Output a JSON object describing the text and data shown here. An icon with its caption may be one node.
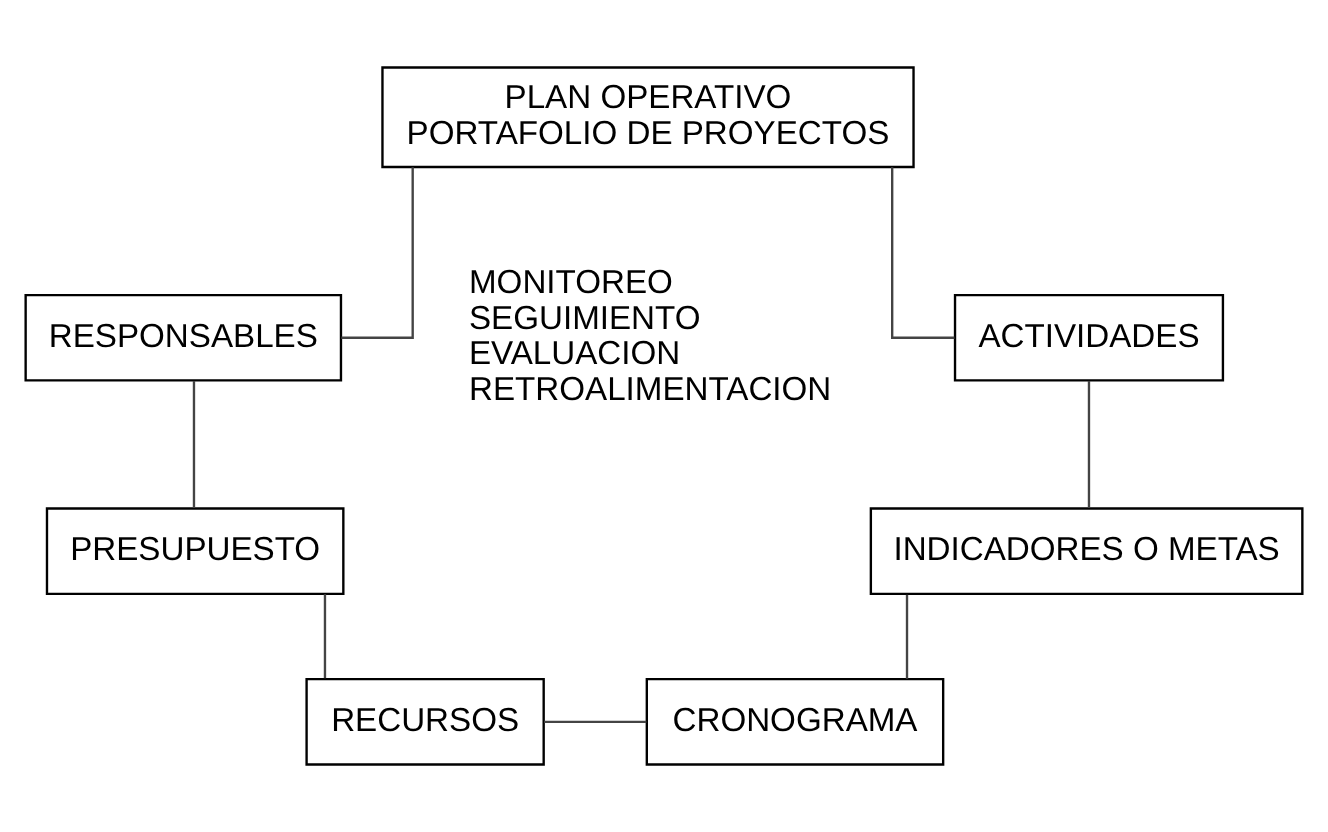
{
  "diagram": {
    "nodes": [
      {
        "text": [
          "PLAN OPERATIVO",
          "PORTAFOLIO DE PROYECTOS"
        ]
      },
      {
        "text": [
          "RESPONSABLES"
        ]
      },
      {
        "text": [
          "PRESUPUESTO"
        ]
      },
      {
        "text": [
          "RECURSOS"
        ]
      },
      {
        "text": [
          "CRONOGRAMA"
        ]
      },
      {
        "text": [
          "INDICADORES O METAS"
        ]
      },
      {
        "text": [
          "ACTIVIDADES"
        ]
      }
    ],
    "edges": [
      {
        "from": 0,
        "to": 1,
        "arrow": "none"
      },
      {
        "from": 1,
        "to": 2,
        "arrow": "none"
      },
      {
        "from": 2,
        "to": 3,
        "arrow": "none"
      },
      {
        "from": 3,
        "to": 4,
        "arrow": "none"
      },
      {
        "from": 4,
        "to": 5,
        "arrow": "none"
      },
      {
        "from": 5,
        "to": 6,
        "arrow": "none"
      },
      {
        "from": 6,
        "to": 0,
        "arrow": "none"
      }
    ],
    "labels": [
      "MONITOREO",
      "SEGUIMIENTO",
      "EVALUACION",
      "RETROALIMENTACION"
    ]
  }
}
